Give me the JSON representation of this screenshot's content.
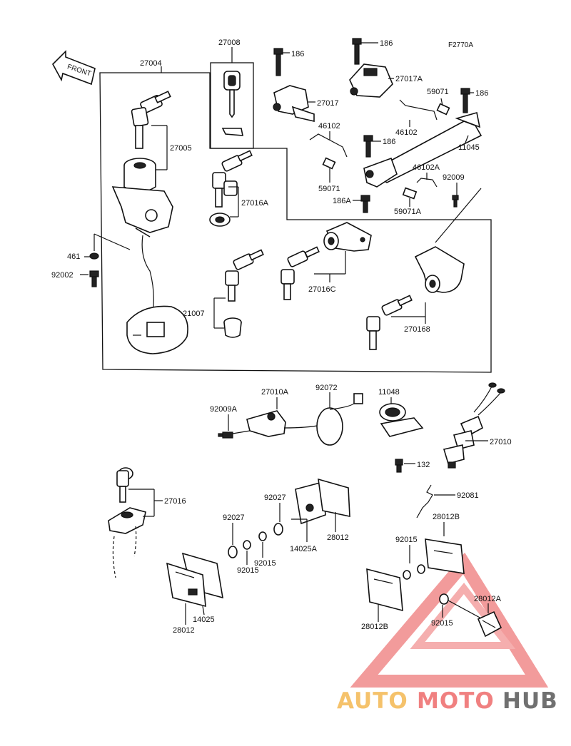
{
  "diagram": {
    "figure_code": "F2770A",
    "front_arrow": "FRONT",
    "labels": {
      "p27004": "27004",
      "p27008": "27008",
      "p186_a": "186",
      "p186_b": "186",
      "p186_c": "186",
      "p186_d": "186",
      "p27017": "27017",
      "p27017A": "27017A",
      "p59071_a": "59071",
      "p46102_a": "46102",
      "p46102_b": "46102",
      "p11045": "11045",
      "p27005": "27005",
      "p59071_b": "59071",
      "p27016A": "27016A",
      "p186A": "186A",
      "p46102A": "46102A",
      "p92009": "92009",
      "p59071A": "59071A",
      "p461": "461",
      "p92002": "92002",
      "p27016C": "27016C",
      "p21007": "21007",
      "p270168": "270168",
      "p27010A": "27010A",
      "p92072": "92072",
      "p11048": "11048",
      "p92009A": "92009A",
      "p27010": "27010",
      "p132": "132",
      "p92081": "92081",
      "p27016": "27016",
      "p92027_a": "92027",
      "p92027_b": "92027",
      "p28012_a": "28012",
      "p14025A": "14025A",
      "p92015_a": "92015",
      "p92015_b": "92015",
      "p92015_c": "92015",
      "p92015_d": "92015",
      "p28012B_a": "28012B",
      "p28012B_b": "28012B",
      "p28012A": "28012A",
      "p14025": "14025",
      "p28012_b": "28012"
    }
  },
  "watermark": {
    "text_auto": "AUTO",
    "text_moto": "MOTO",
    "text_hub": "HUB",
    "color_auto": "#f5c26b",
    "color_moto": "#f08080",
    "color_hub": "#707070",
    "triangle_color": "#f08a8a"
  }
}
